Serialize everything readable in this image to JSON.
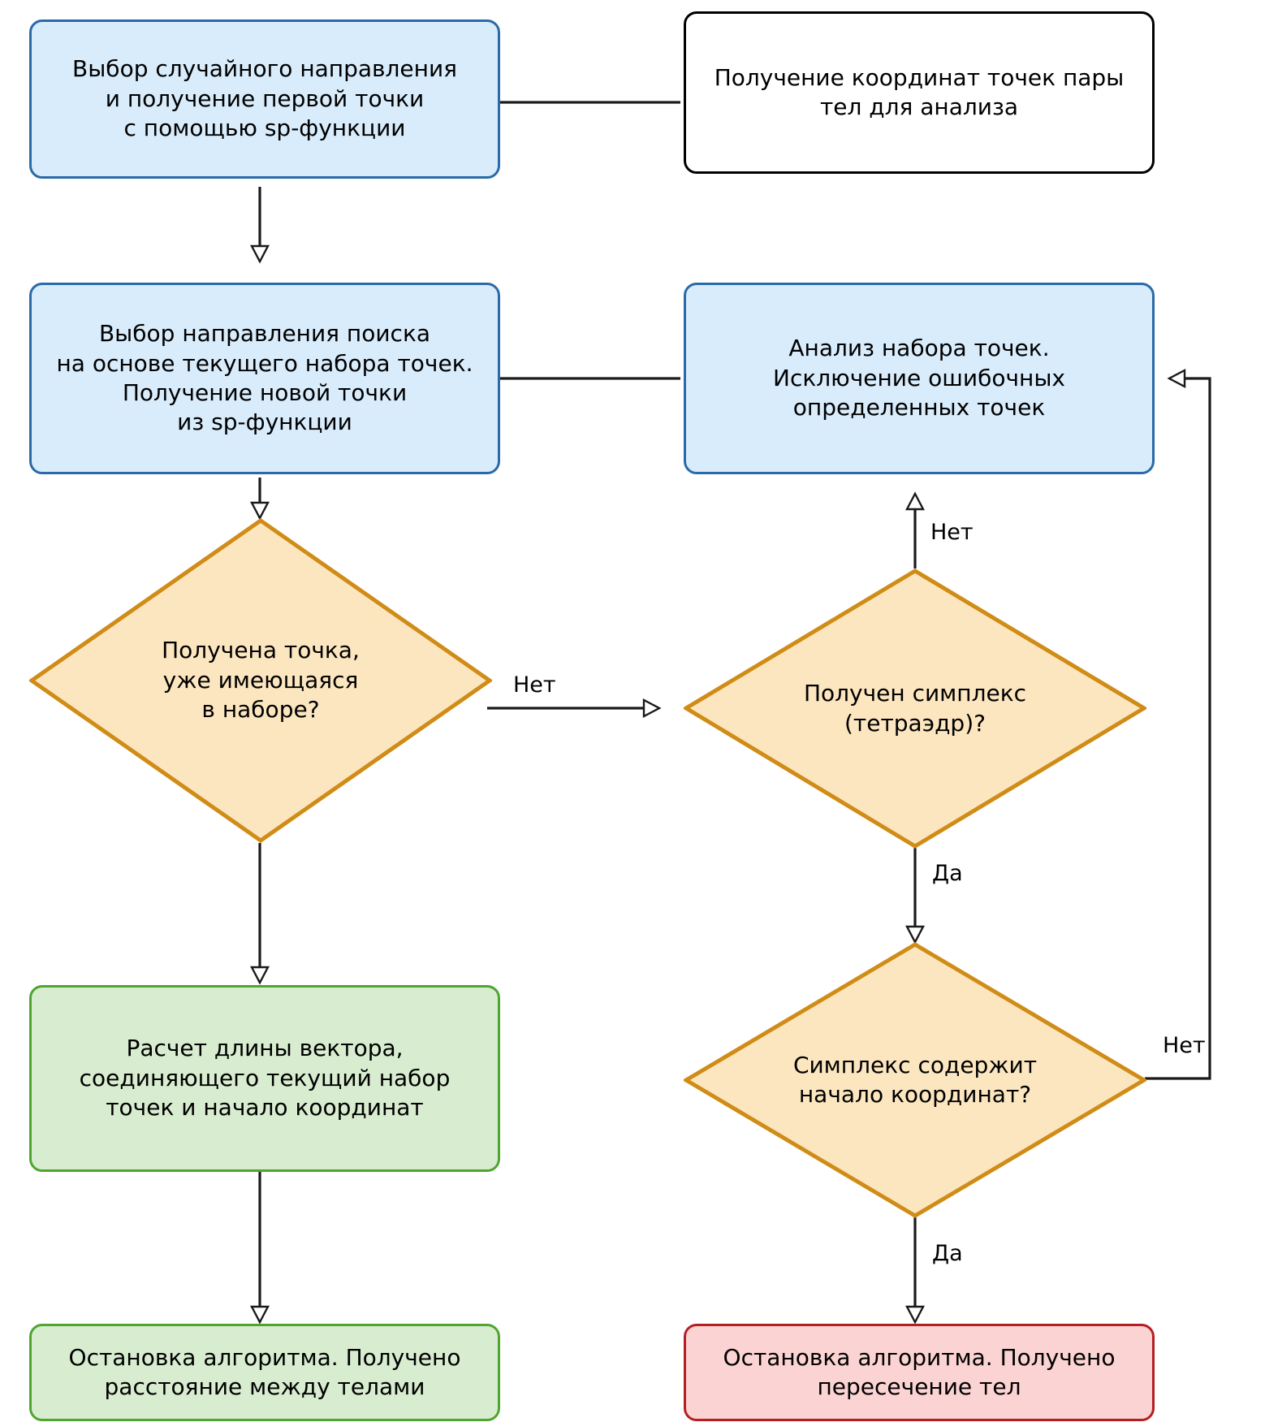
{
  "diagram": {
    "title": "GJK algorithm flowchart (Russian)",
    "colors": {
      "blue_fill": "#d9ecfb",
      "blue_stroke": "#2a6aa8",
      "orange_fill": "#fce6c0",
      "orange_stroke": "#d08c17",
      "green_fill": "#d8ecd0",
      "green_stroke": "#4fa52e",
      "red_fill": "#fbd3d3",
      "red_stroke": "#b51f24",
      "plain_fill": "#ffffff",
      "plain_stroke": "#000000",
      "edge_stroke": "#1a1a1a"
    },
    "nodes": {
      "input_pair": {
        "text": "Получение координат точек пары\nтел для анализа",
        "shape": "rounded-rectangle",
        "style": "plain"
      },
      "random_direction": {
        "text": "Выбор случайного направления\nи получение первой точки\nс помощью sp-функции",
        "shape": "rounded-rectangle",
        "style": "blue"
      },
      "search_direction": {
        "text": "Выбор направления поиска\nна основе текущего набора точек.\nПолучение новой точки\nиз sp-функции",
        "shape": "rounded-rectangle",
        "style": "blue"
      },
      "analyze_set": {
        "text": "Анализ набора точек.\nИсключение ошибочных\nопределенных точек",
        "shape": "rounded-rectangle",
        "style": "blue"
      },
      "decision_duplicate_point": {
        "text": "Получена точка,\nуже имеющаяся\nв наборе?",
        "shape": "diamond",
        "style": "orange"
      },
      "decision_simplex": {
        "text": "Получен симплекс\n(тетраэдр)?",
        "shape": "diamond",
        "style": "orange"
      },
      "decision_contains_origin": {
        "text": "Симплекс содержит\nначало координат?",
        "shape": "diamond",
        "style": "orange"
      },
      "compute_distance": {
        "text": "Расчет длины вектора,\nсоединяющего текущий набор\nточек и начало координат",
        "shape": "rounded-rectangle",
        "style": "green"
      },
      "stop_distance": {
        "text": "Остановка алгоритма. Получено\nрасстояние между телами",
        "shape": "rounded-rectangle",
        "style": "green"
      },
      "stop_intersection": {
        "text": "Остановка алгоритма. Получено\nпересечение тел",
        "shape": "rounded-rectangle",
        "style": "red"
      }
    },
    "edge_labels": {
      "duplicate_no": "Нет",
      "simplex_no": "Нет",
      "simplex_yes": "Да",
      "contains_origin_no": "Нет",
      "contains_origin_yes": "Да"
    }
  }
}
